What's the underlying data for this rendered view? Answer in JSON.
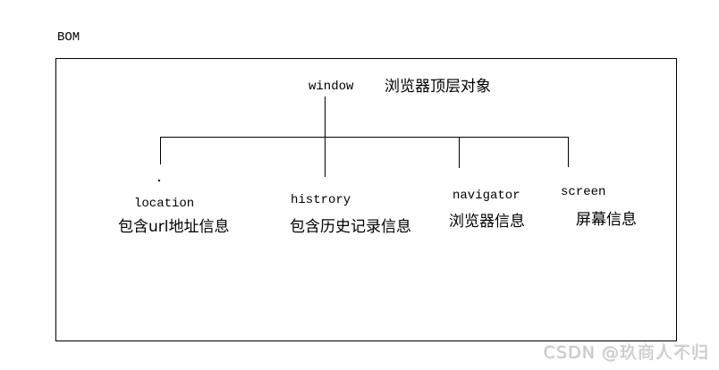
{
  "page": {
    "title": "BOM"
  },
  "diagram": {
    "root": {
      "name": "window",
      "annotation": "浏览器顶层对象"
    },
    "children": [
      {
        "name": "location",
        "description": "包含url地址信息"
      },
      {
        "name": "histrory",
        "description": "包含历史记录信息"
      },
      {
        "name": "navigator",
        "description": "浏览器信息"
      },
      {
        "name": "screen",
        "description": "屏幕信息"
      }
    ]
  },
  "watermark": {
    "text": "CSDN @玖商人不归",
    "color": "#c9c9c9"
  },
  "colors": {
    "line": "#000000",
    "background": "#ffffff",
    "text": "#000000"
  }
}
